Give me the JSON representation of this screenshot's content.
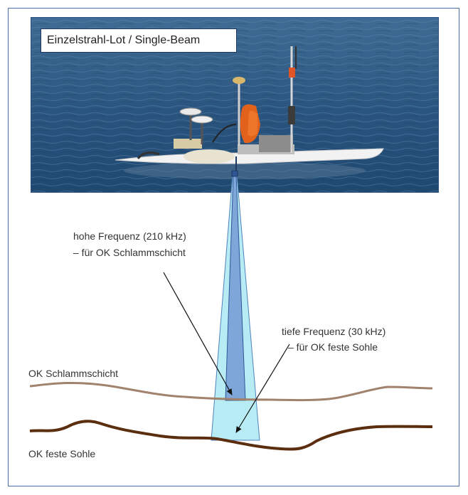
{
  "title": "Einzelstrahl-Lot / Single-Beam",
  "high_freq": {
    "line1": "hohe Frequenz (210 kHz)",
    "line2": "– für OK Schlammschicht"
  },
  "low_freq": {
    "line1": "tiefe Frequenz (30 kHz)",
    "line2": "– für OK feste Sohle"
  },
  "layers": {
    "mud": "OK Schlammschicht",
    "solid": "OK feste Sohle"
  },
  "colors": {
    "water": "#2f5d87",
    "wide_beam": "#b8ecf5",
    "narrow_beam": "#7fa6d9",
    "mud_line": "#a0826d",
    "solid_line": "#5a2e0e",
    "frame": "#4a6fa5"
  }
}
